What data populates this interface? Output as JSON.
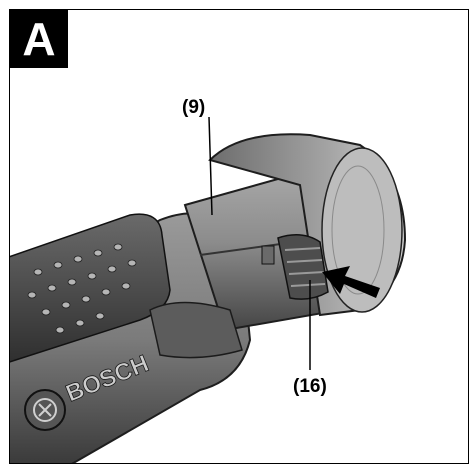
{
  "figure_letter": "A",
  "callouts": {
    "battery": "(9)",
    "release_button": "(16)"
  },
  "logo_text": "BOSCH"
}
